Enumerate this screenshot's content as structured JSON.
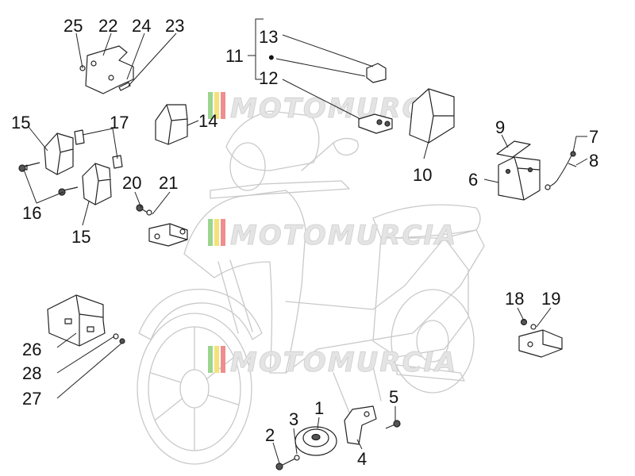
{
  "watermark": {
    "text": "MOTOMURCIA"
  },
  "callouts": {
    "n1": "1",
    "n2": "2",
    "n3": "3",
    "n4": "4",
    "n5": "5",
    "n6": "6",
    "n7": "7",
    "n8": "8",
    "n9": "9",
    "n10": "10",
    "n11": "11",
    "n12": "12",
    "n13": "13",
    "n14": "14",
    "n15a": "15",
    "n15b": "15",
    "n16": "16",
    "n17": "17",
    "n18": "18",
    "n19": "19",
    "n20": "20",
    "n21": "21",
    "n22": "22",
    "n23": "23",
    "n24": "24",
    "n25": "25",
    "n26": "26",
    "n27": "27",
    "n28": "28",
    "bullet": "•"
  },
  "colors": {
    "ink": "#222222",
    "ghost": "#c9c9c9",
    "watermark_green": "#9bd58f",
    "watermark_yellow": "#f3e27a",
    "watermark_red": "#ee8e8e"
  }
}
